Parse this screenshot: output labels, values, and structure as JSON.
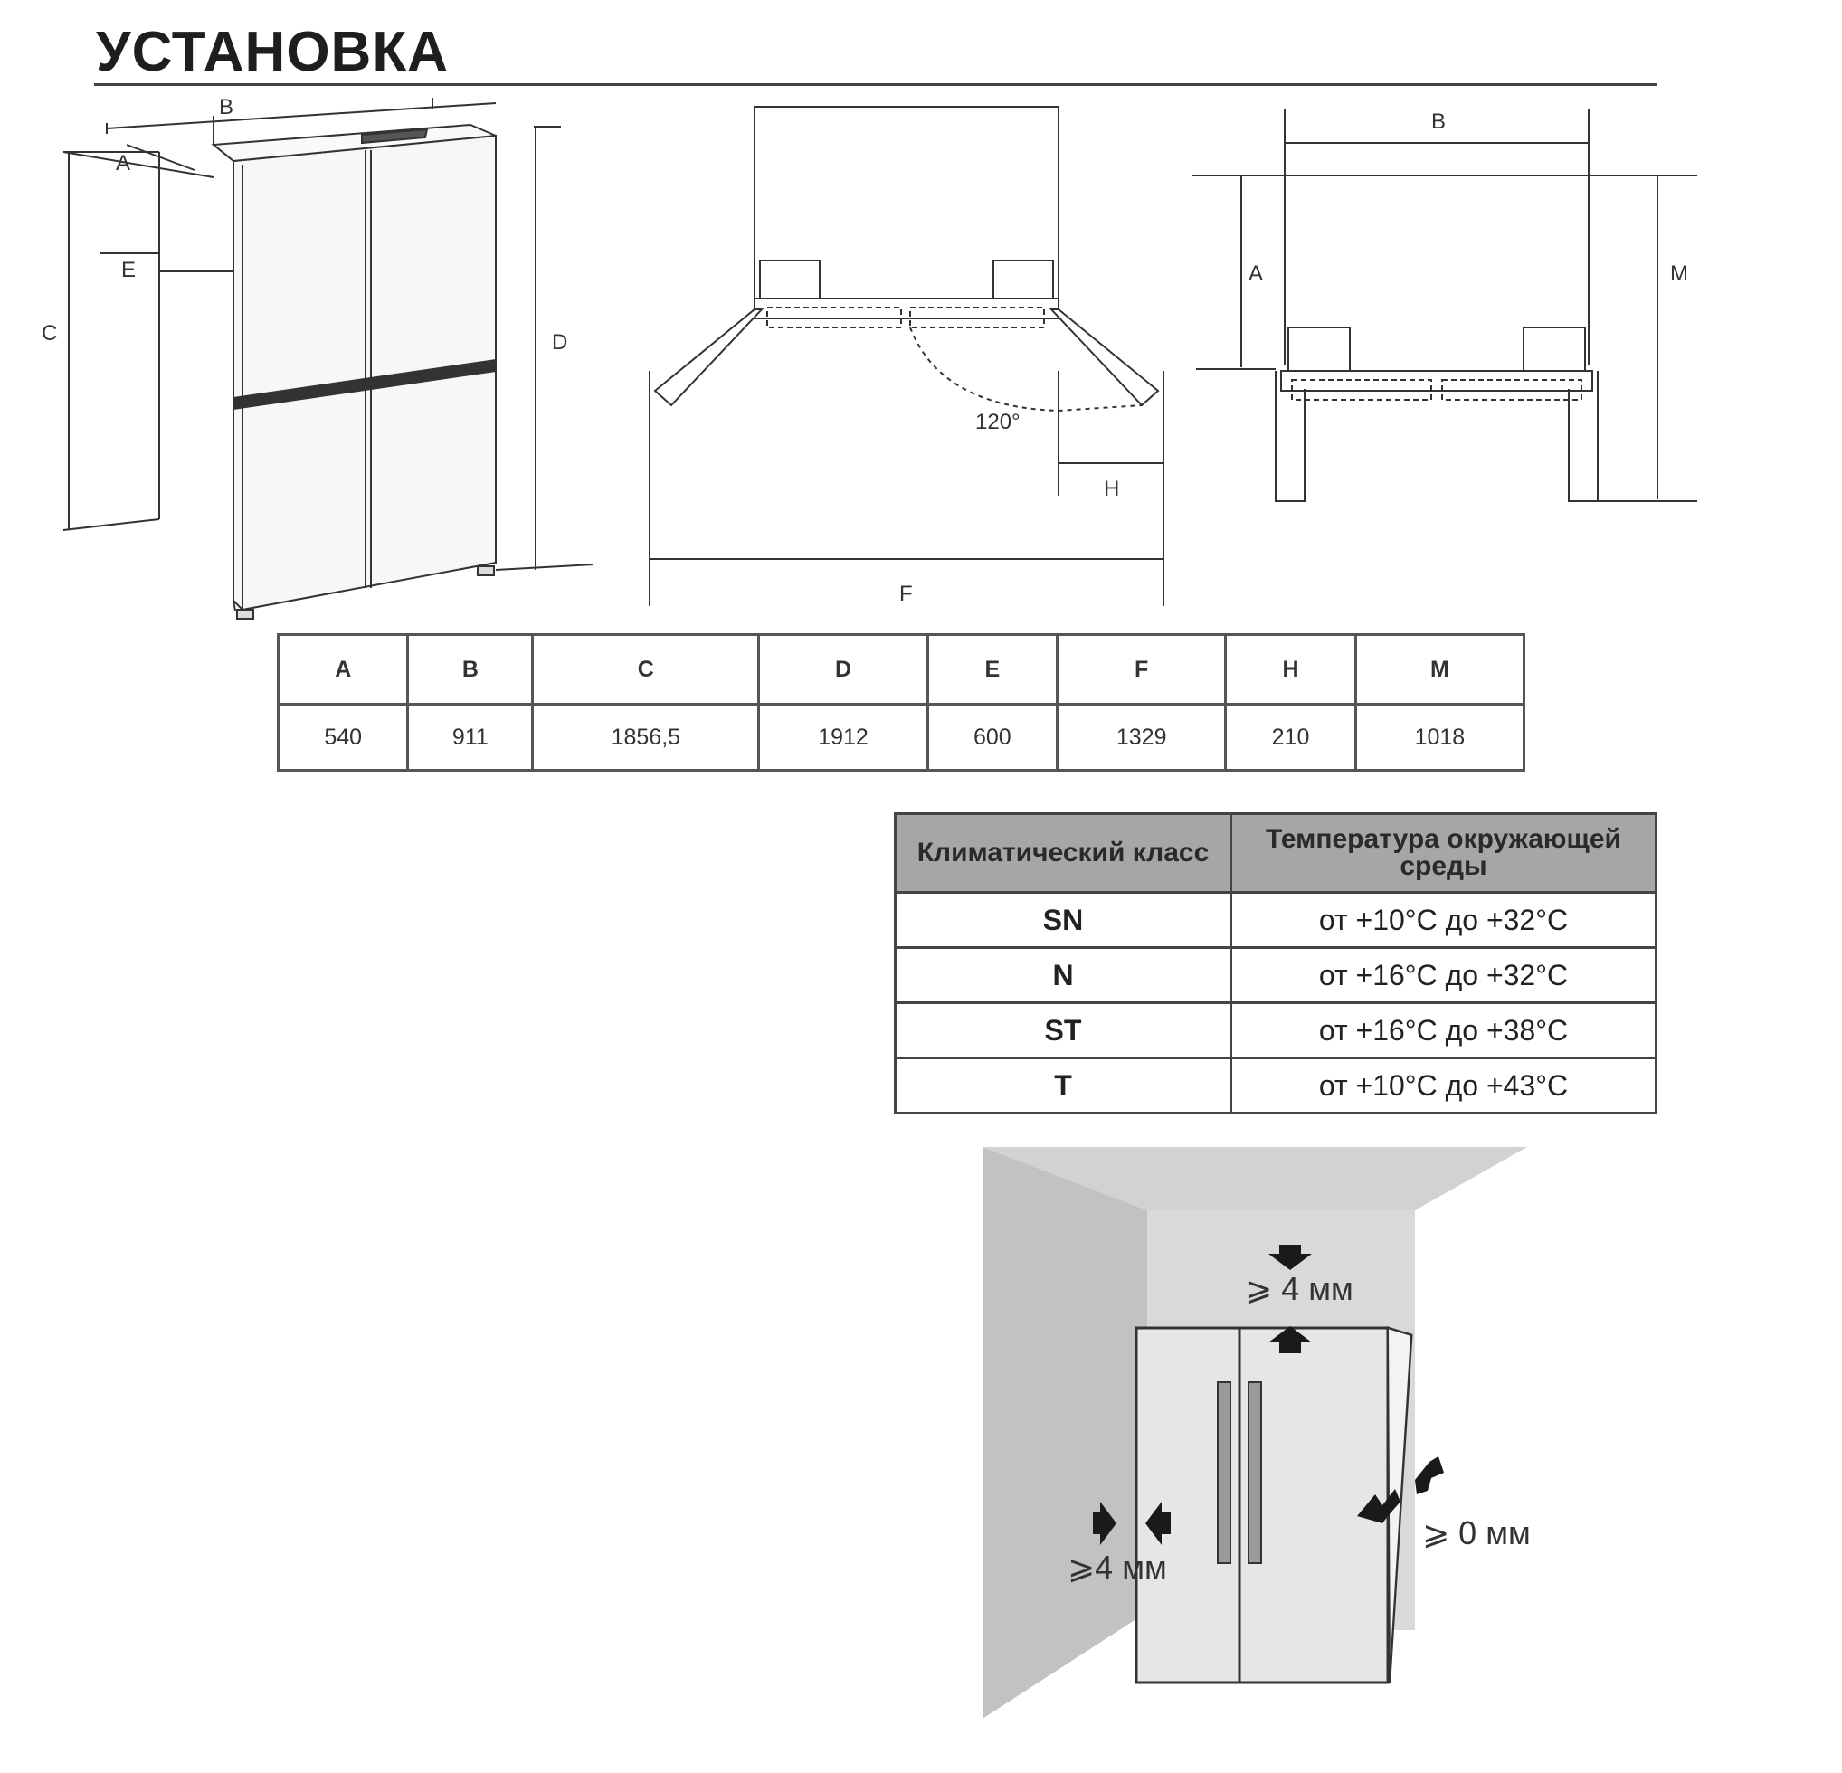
{
  "page": {
    "title": "УСТАНОВКА"
  },
  "dimension_diagram": {
    "labels": {
      "A": "A",
      "B": "B",
      "C": "C",
      "D": "D",
      "E": "E",
      "F": "F",
      "H": "H",
      "M": "M"
    },
    "door_angle": "120°"
  },
  "dimension_table": {
    "headers": [
      "A",
      "B",
      "C",
      "D",
      "E",
      "F",
      "H",
      "M"
    ],
    "values": [
      "540",
      "911",
      "1856,5",
      "1912",
      "600",
      "1329",
      "210",
      "1018"
    ]
  },
  "climate_table": {
    "headers": [
      "Климатический класс",
      "Температура окружающей среды"
    ],
    "rows": [
      {
        "class": "SN",
        "range": "от +10°C до +32°C"
      },
      {
        "class": "N",
        "range": "от +16°C до +32°C"
      },
      {
        "class": "ST",
        "range": "от +16°C до +38°C"
      },
      {
        "class": "T",
        "range": "от +10°C до +43°C"
      }
    ]
  },
  "clearance_diagram": {
    "top": "⩾ 4 мм",
    "left": "⩾4 мм",
    "right": "⩾ 0 мм"
  }
}
